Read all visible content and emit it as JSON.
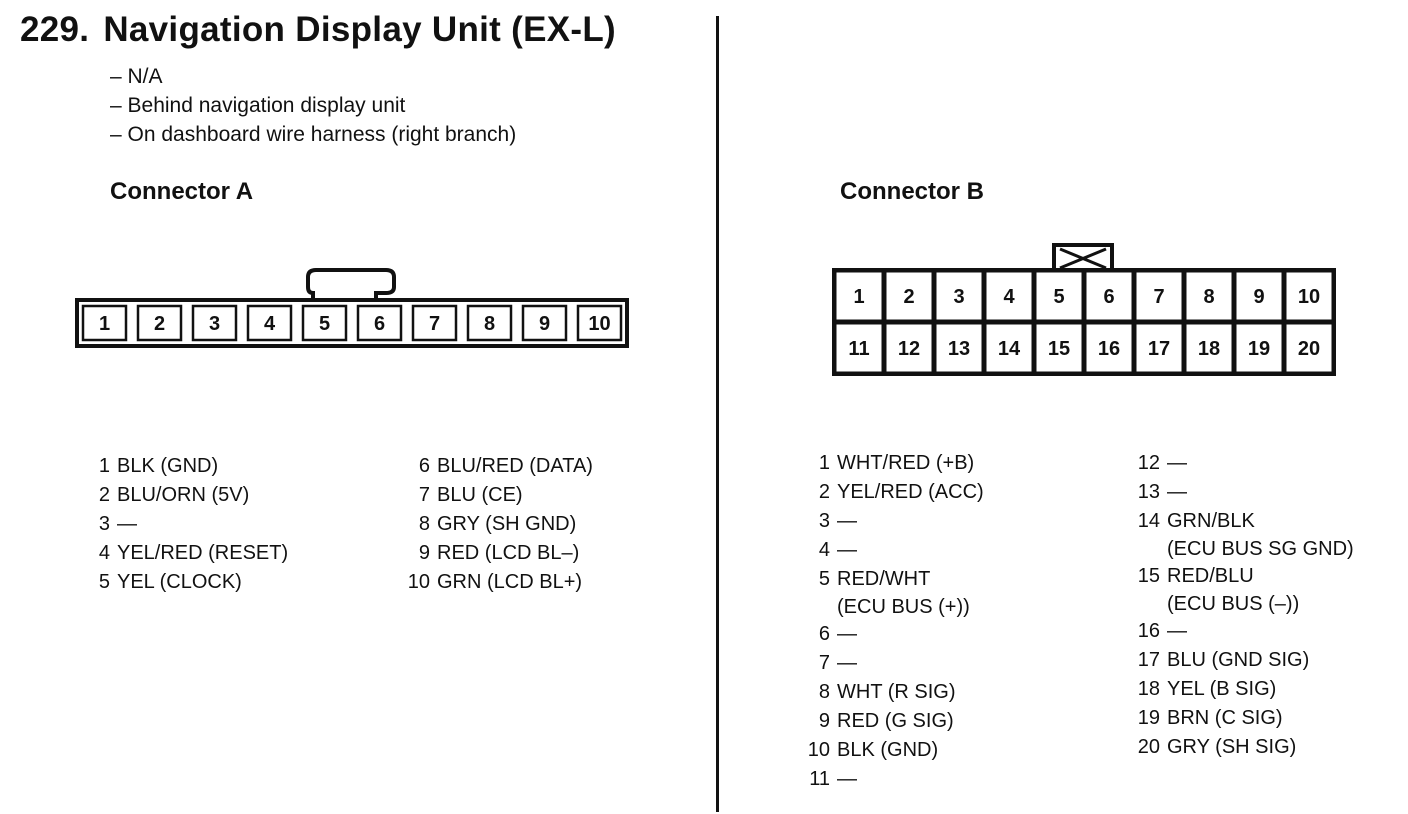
{
  "header": {
    "number": "229.",
    "title": "Navigation Display Unit (EX-L)"
  },
  "bullets": [
    "– N/A",
    "– Behind navigation display unit",
    "– On dashboard wire harness (right branch)"
  ],
  "connector_a": {
    "title": "Connector A",
    "pins": [
      "1",
      "2",
      "3",
      "4",
      "5",
      "6",
      "7",
      "8",
      "9",
      "10"
    ],
    "wires": [
      {
        "num": "1",
        "desc": "BLK (GND)"
      },
      {
        "num": "2",
        "desc": "BLU/ORN (5V)"
      },
      {
        "num": "3",
        "desc": "—"
      },
      {
        "num": "4",
        "desc": "YEL/RED (RESET)"
      },
      {
        "num": "5",
        "desc": "YEL (CLOCK)"
      },
      {
        "num": "6",
        "desc": "BLU/RED (DATA)"
      },
      {
        "num": "7",
        "desc": "BLU (CE)"
      },
      {
        "num": "8",
        "desc": "GRY (SH GND)"
      },
      {
        "num": "9",
        "desc": "RED (LCD BL–)"
      },
      {
        "num": "10",
        "desc": "GRN (LCD BL+)"
      }
    ]
  },
  "connector_b": {
    "title": "Connector B",
    "pins_top": [
      "1",
      "2",
      "3",
      "4",
      "5",
      "6",
      "7",
      "8",
      "9",
      "10"
    ],
    "pins_bottom": [
      "11",
      "12",
      "13",
      "14",
      "15",
      "16",
      "17",
      "18",
      "19",
      "20"
    ],
    "wires": [
      {
        "num": "1",
        "desc": "WHT/RED (+B)"
      },
      {
        "num": "2",
        "desc": "YEL/RED (ACC)"
      },
      {
        "num": "3",
        "desc": "—"
      },
      {
        "num": "4",
        "desc": "—"
      },
      {
        "num": "5",
        "desc": "RED/WHT",
        "cont": "(ECU BUS (+))"
      },
      {
        "num": "6",
        "desc": "—"
      },
      {
        "num": "7",
        "desc": "—"
      },
      {
        "num": "8",
        "desc": "WHT (R SIG)"
      },
      {
        "num": "9",
        "desc": "RED (G SIG)"
      },
      {
        "num": "10",
        "desc": "BLK (GND)"
      },
      {
        "num": "11",
        "desc": "—"
      },
      {
        "num": "12",
        "desc": "—"
      },
      {
        "num": "13",
        "desc": "—"
      },
      {
        "num": "14",
        "desc": "GRN/BLK",
        "cont": "(ECU BUS SG GND)"
      },
      {
        "num": "15",
        "desc": "RED/BLU",
        "cont": "(ECU BUS (–))"
      },
      {
        "num": "16",
        "desc": "—"
      },
      {
        "num": "17",
        "desc": "BLU (GND SIG)"
      },
      {
        "num": "18",
        "desc": "YEL (B SIG)"
      },
      {
        "num": "19",
        "desc": "BRN (C SIG)"
      },
      {
        "num": "20",
        "desc": "GRY (SH SIG)"
      }
    ]
  }
}
